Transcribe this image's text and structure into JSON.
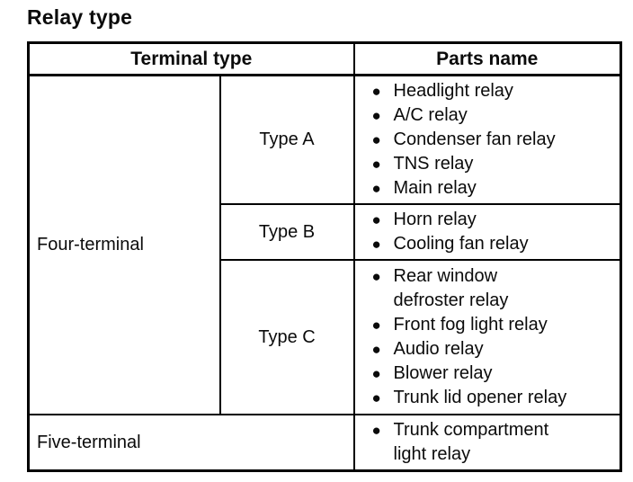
{
  "page": {
    "title": "Relay type"
  },
  "table": {
    "bullet": "●",
    "headers": {
      "terminal_type": "Terminal type",
      "parts_name": "Parts name"
    },
    "four_terminal": {
      "label": "Four-terminal",
      "types": [
        {
          "label": "Type A",
          "parts": [
            "Headlight relay",
            "A/C relay",
            "Condenser fan relay",
            "TNS relay",
            "Main relay"
          ]
        },
        {
          "label": "Type B",
          "parts": [
            "Horn relay",
            "Cooling fan relay"
          ]
        },
        {
          "label": "Type C",
          "parts": [
            "Rear window defroster relay",
            "Front fog light relay",
            "Audio relay",
            "Blower relay",
            "Trunk lid opener relay"
          ]
        }
      ]
    },
    "five_terminal": {
      "label": "Five-terminal",
      "parts": [
        "Trunk compartment light relay"
      ]
    }
  }
}
